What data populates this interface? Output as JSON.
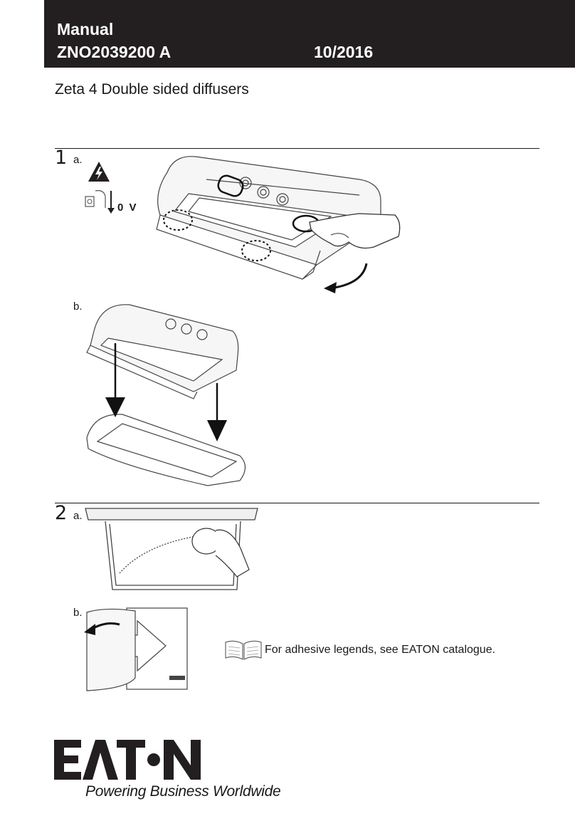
{
  "header": {
    "line1": "Manual",
    "line2": "ZNO2039200 A",
    "date": "10/2016",
    "background": "#231f20"
  },
  "subtitle": "Zeta 4 Double sided diffusers",
  "step1": {
    "number": "1",
    "a_label": "a.",
    "b_label": "b.",
    "voltage_label": "0 V"
  },
  "step2": {
    "number": "2",
    "a_label": "a.",
    "b_label": "b.",
    "note": "For adhesive legends, see EATON catalogue."
  },
  "brand": {
    "tagline": "Powering Business Worldwide",
    "logo_text": "EATON"
  },
  "icons": [
    "high-voltage-warning-icon",
    "switch-off-icon",
    "book-icon",
    "curved-arrow-icon",
    "down-arrow-icon"
  ]
}
